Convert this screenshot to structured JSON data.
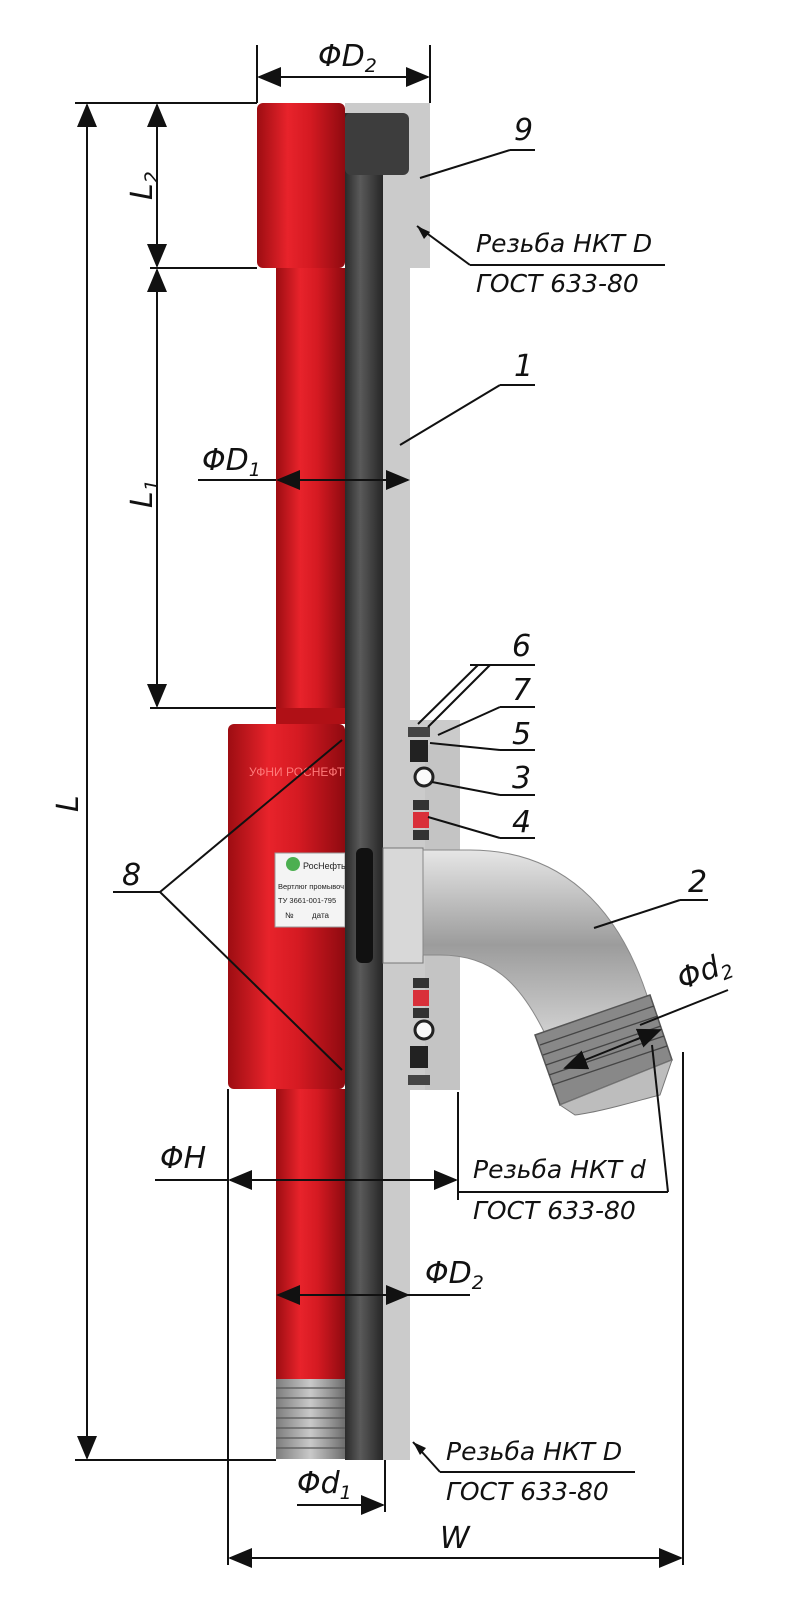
{
  "drawing": {
    "dimensions": {
      "D2_top": "ΦD",
      "D2_top_sub": "2",
      "L2": "L",
      "L2_sub": "2",
      "L1": "L",
      "L1_sub": "1",
      "D1": "ΦD",
      "D1_sub": "1",
      "L": "L",
      "H": "ΦH",
      "D2_bottom": "ΦD",
      "D2_bottom_sub": "2",
      "d1": "Φd",
      "d1_sub": "1",
      "d2": "Φd",
      "d2_sub": "2",
      "W": "W"
    },
    "callouts": [
      "9",
      "1",
      "6",
      "7",
      "5",
      "3",
      "4",
      "2",
      "8"
    ],
    "notes": {
      "thread_top_line1": "Резьба НКТ D",
      "thread_top_line2": "ГОСТ 633-80",
      "thread_side_line1": "Резьба НКТ d",
      "thread_side_line2": "ГОСТ 633-80",
      "thread_bottom_line1": "Резьба НКТ D",
      "thread_bottom_line2": "ГОСТ 633-80"
    },
    "nameplate": {
      "brand": "РосНефть",
      "line1": "Вертлюг промывоч",
      "line2": "ТУ 3661-001-795",
      "no_label": "№",
      "date_label": "дата"
    },
    "body_engraving": "УФНИ РОСНЕФТ",
    "colors": {
      "body_red": "#d8161f",
      "section_gray": "#c8c8c8",
      "tube_dark": "#3a3a3a",
      "steel": "#b5b5b5"
    }
  }
}
